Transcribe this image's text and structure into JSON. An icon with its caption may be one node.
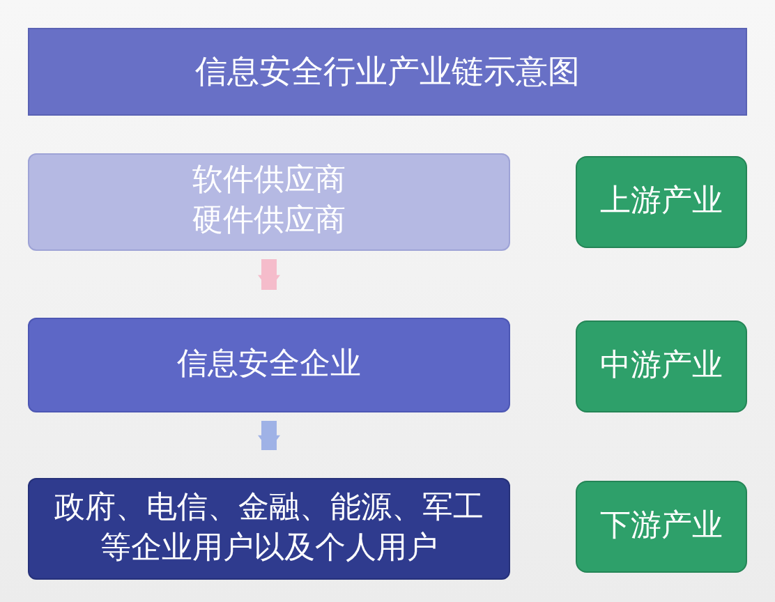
{
  "diagram": {
    "title": "信息安全行业产业链示意图",
    "nodes": [
      {
        "text": [
          "软件供应商",
          "硬件供应商"
        ]
      },
      {
        "text": [
          "信息安全企业"
        ]
      },
      {
        "text": [
          "政府、电信、金融、能源、军工等企业用户以及个人用户"
        ]
      },
      {
        "text": [
          "上游产业"
        ]
      },
      {
        "text": [
          "中游产业"
        ]
      },
      {
        "text": [
          "下游产业"
        ]
      }
    ],
    "edges": [
      {
        "from": 0,
        "to": 1,
        "arrow": "to",
        "color": "#f5bccb"
      },
      {
        "from": 1,
        "to": 2,
        "arrow": "to",
        "color": "#9fb2e6"
      }
    ]
  }
}
